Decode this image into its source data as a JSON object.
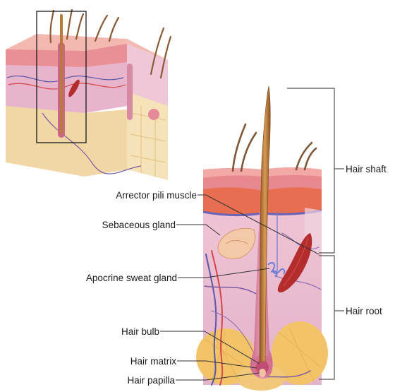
{
  "labels": {
    "hair_shaft": "Hair shaft",
    "hair_root": "Hair root",
    "arrector_pili_muscle": "Arrector pili muscle",
    "sebaceous_gland": "Sebaceous gland",
    "apocrine_sweat_gland": "Apocrine sweat gland",
    "hair_bulb": "Hair bulb",
    "hair_matrix": "Hair matrix",
    "hair_papilla": "Hair papilla"
  },
  "colors": {
    "epidermis": "#e9949c",
    "dermis": "#ecc6d6",
    "subcutis": "#f2d9a8",
    "fat_lobule": "#f3c36a",
    "hair": "#b97a3c",
    "muscle": "#b42c2c",
    "gland": "#f4c9a7",
    "artery": "#d5464a",
    "vein": "#5a57a8",
    "leader_line": "#333333"
  }
}
